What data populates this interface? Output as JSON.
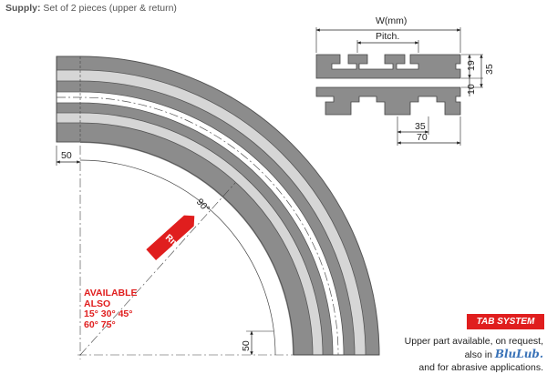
{
  "supply": {
    "label": "Supply:",
    "text": "Set of 2 pieces (upper & return)"
  },
  "profile": {
    "width_label": "W(mm)",
    "pitch_label": "Pitch.",
    "dim_19": "19",
    "dim_35_vertical": "35",
    "dim_10": "10",
    "dim_35_horizontal": "35",
    "dim_70": "70"
  },
  "curve": {
    "dim_50_top": "50",
    "dim_50_bottom": "50",
    "angle_label": "90°",
    "radius_label": "Rm"
  },
  "available": {
    "line1": "AVAILABLE",
    "line2": "ALSO",
    "line3": "15° 30° 45°",
    "line4": "60° 75°"
  },
  "badge": {
    "label": "TAB SYSTEM"
  },
  "note": {
    "line1": "Upper part available, on request,",
    "line2_prefix": "also in",
    "brand": "BluLub.",
    "line3": "and for abrasive applications."
  },
  "colors": {
    "accent": "#e01e1e",
    "band_gray": "#8c8c8c",
    "brand_blue": "#3a73b8"
  }
}
